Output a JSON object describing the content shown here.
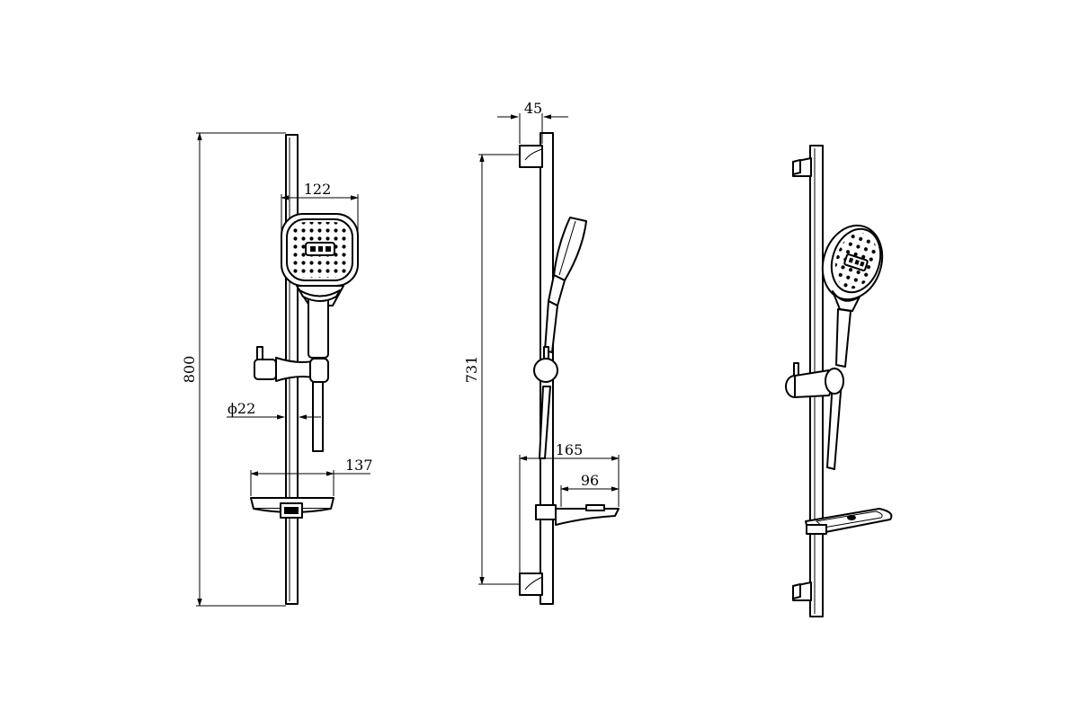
{
  "drawing": {
    "views": [
      "front",
      "side",
      "perspective"
    ]
  },
  "dimensions": {
    "overall_height": "800",
    "head_width": "122",
    "rail_diameter": "ϕ22",
    "soap_dish_width_front": "137",
    "bracket_depth": "45",
    "bracket_spacing": "731",
    "soap_dish_projection": "165",
    "soap_dish_depth": "96"
  }
}
